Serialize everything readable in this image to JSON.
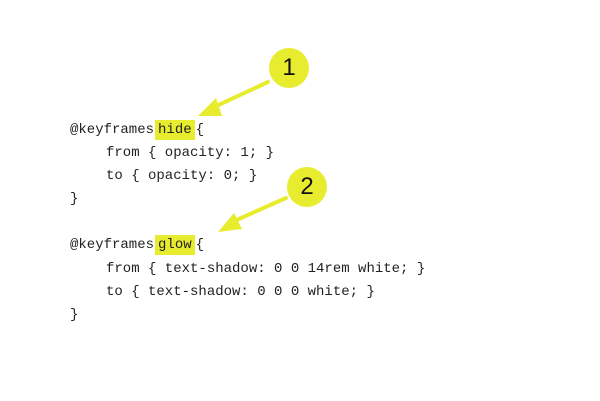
{
  "colors": {
    "highlight": "#e8ec2e",
    "badge": "#e8ec2e",
    "arrow": "#e8ec2e",
    "text": "#222222"
  },
  "blocks": [
    {
      "prefix": "@keyframes",
      "name": "hide",
      "open": "{",
      "lines": [
        "from { opacity: 1; }",
        "to { opacity: 0; }"
      ],
      "close": "}"
    },
    {
      "prefix": "@keyframes",
      "name": "glow",
      "open": "{",
      "lines": [
        "from { text-shadow: 0 0 14rem white; }",
        "to { text-shadow: 0 0 0 white; }"
      ],
      "close": "}"
    }
  ],
  "badges": [
    {
      "label": "1"
    },
    {
      "label": "2"
    }
  ]
}
